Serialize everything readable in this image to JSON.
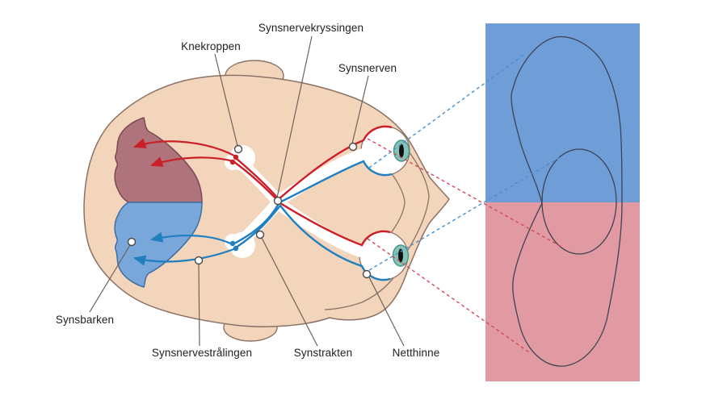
{
  "figure": {
    "labels": {
      "knekroppen": "Knekroppen",
      "synsnervekryssingen": "Synsnervekryssingen",
      "synsnerven": "Synsnerven",
      "synsbarken": "Synsbarken",
      "synsnervestralingen": "Synsnervestrålingen",
      "synstrakten": "Synstrakten",
      "netthinne": "Netthinne"
    },
    "colors": {
      "skin": "#f3d5bc",
      "head_outline": "#8a7265",
      "cortex_upper_maroon": "#ae737b",
      "cortex_upper_outline": "#7c4a52",
      "cortex_lower_blue": "#79a7d9",
      "cortex_lower_outline": "#3f6ea6",
      "nerve_red": "#cc2029",
      "nerve_blue": "#1f7fc0",
      "dashed_red": "#d24a5c",
      "dashed_blue": "#4a8fcc",
      "field_upper": "#6f9dd8",
      "field_lower": "#e19aa1",
      "field_object_outline": "#3c4454",
      "iris": "#85c3b8",
      "iris_outline": "#44958a",
      "pupil": "#101010"
    }
  }
}
